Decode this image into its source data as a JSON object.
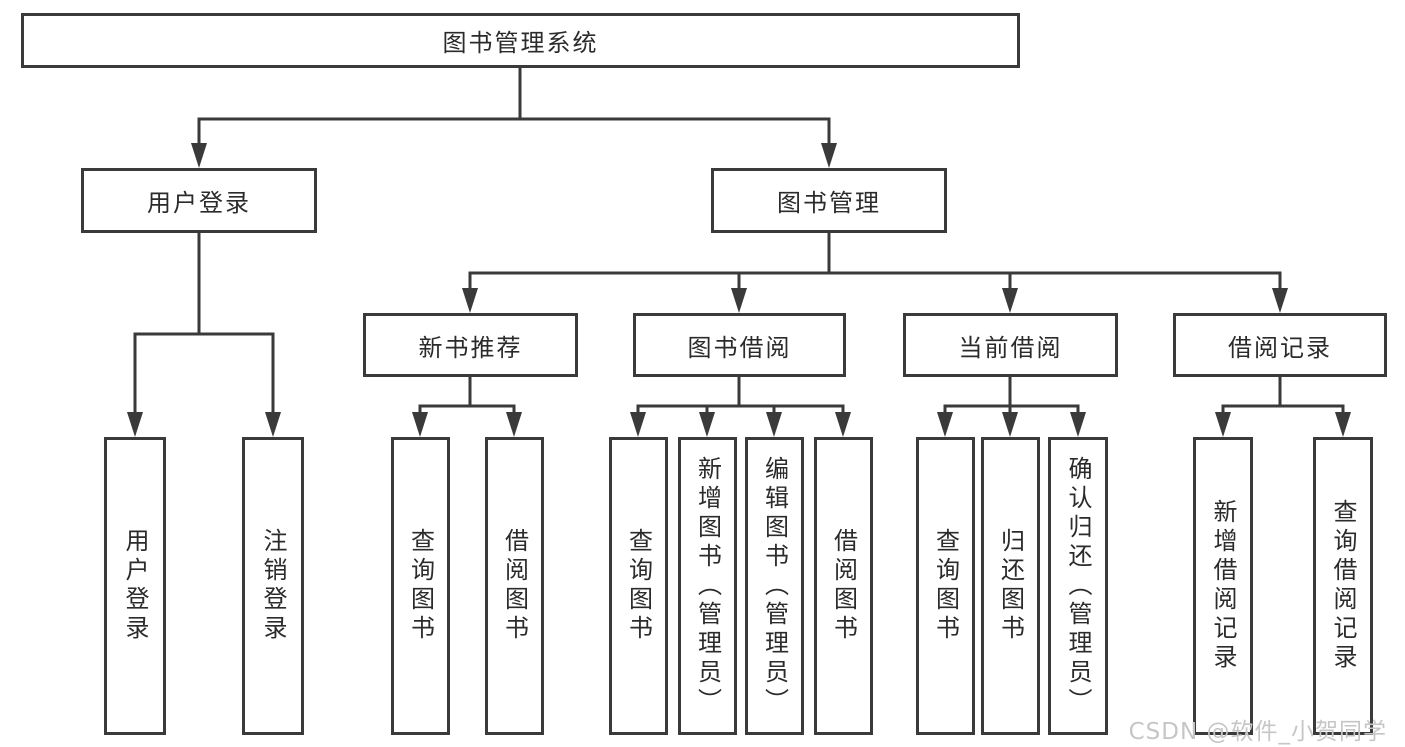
{
  "diagram_title": "图书管理系统",
  "colors": {
    "line": "#3a3a3a",
    "text": "#2b2b2b",
    "box_background": "#ffffff",
    "watermark": "#c6c6c6"
  },
  "tree": {
    "root": {
      "label": "图书管理系统",
      "children": [
        {
          "label": "用户登录",
          "children": [
            {
              "label": "用户登录"
            },
            {
              "label": "注销登录"
            }
          ]
        },
        {
          "label": "图书管理",
          "children": [
            {
              "label": "新书推荐",
              "children": [
                {
                  "label": "查询图书"
                },
                {
                  "label": "借阅图书"
                }
              ]
            },
            {
              "label": "图书借阅",
              "children": [
                {
                  "label": "查询图书"
                },
                {
                  "label": "新增图书（管理员）"
                },
                {
                  "label": "编辑图书（管理员）"
                },
                {
                  "label": "借阅图书"
                }
              ]
            },
            {
              "label": "当前借阅",
              "children": [
                {
                  "label": "查询图书"
                },
                {
                  "label": "归还图书"
                },
                {
                  "label": "确认归还（管理员）"
                }
              ]
            },
            {
              "label": "借阅记录",
              "children": [
                {
                  "label": "新增借阅记录"
                },
                {
                  "label": "查询借阅记录"
                }
              ]
            }
          ]
        }
      ]
    }
  },
  "watermark": {
    "text": "CSDN @软件_小贺同学"
  }
}
